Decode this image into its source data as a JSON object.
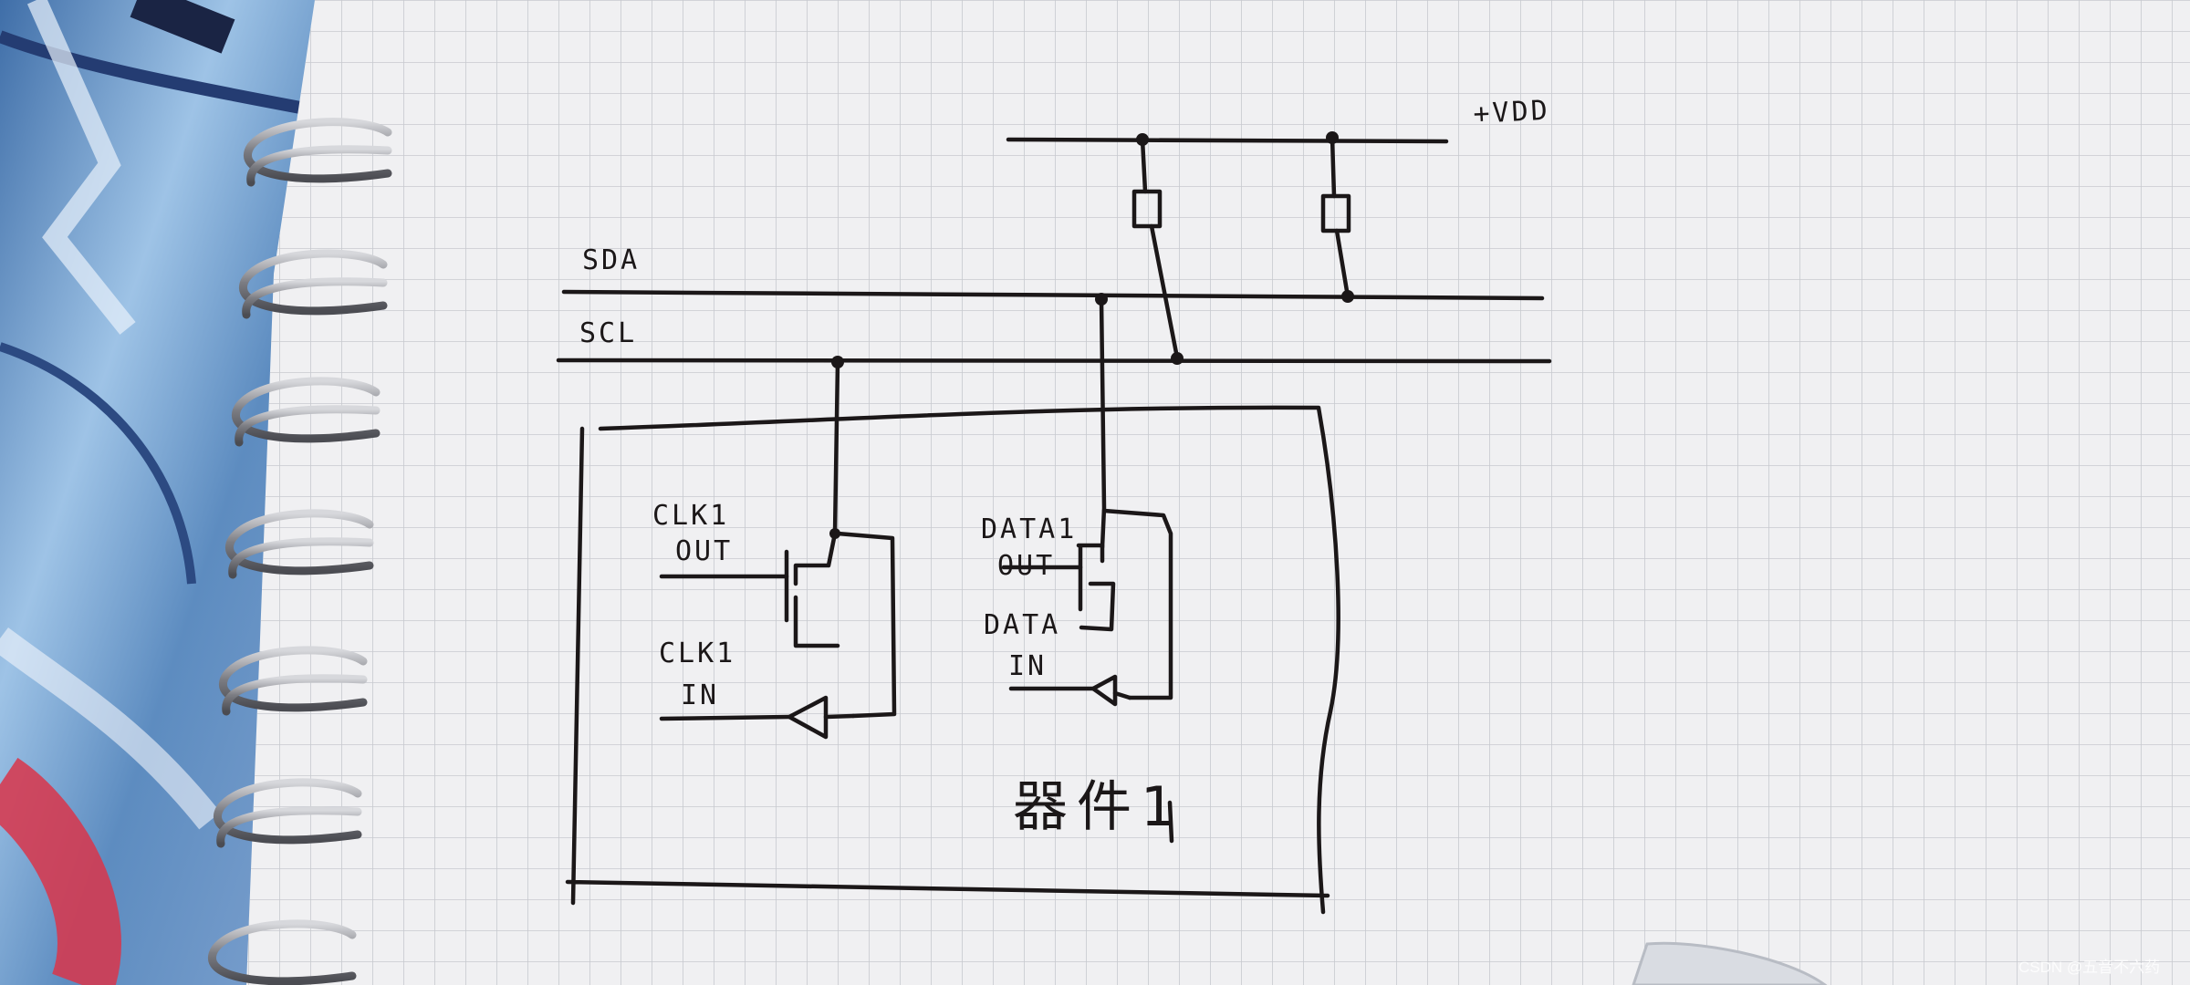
{
  "diagram": {
    "supply_label": "+VDD",
    "bus_labels": {
      "sda": "SDA",
      "scl": "SCL"
    },
    "clk_section": {
      "out_label_line1": "CLK1",
      "out_label_line2": "OUT",
      "in_label_line1": "CLK1",
      "in_label_line2": "IN"
    },
    "data_section": {
      "out_label_line1": "DATA1",
      "out_label_line2": "OUT",
      "in_label_line1": "DATA",
      "in_label_line2": "IN"
    },
    "device_label": "器件1"
  },
  "watermark": "CSDN @五音不六药",
  "colors": {
    "paper": "#f0f0f2",
    "grid": "#c7c9cf",
    "ink": "#1b1718",
    "ring": "#8f9096"
  }
}
